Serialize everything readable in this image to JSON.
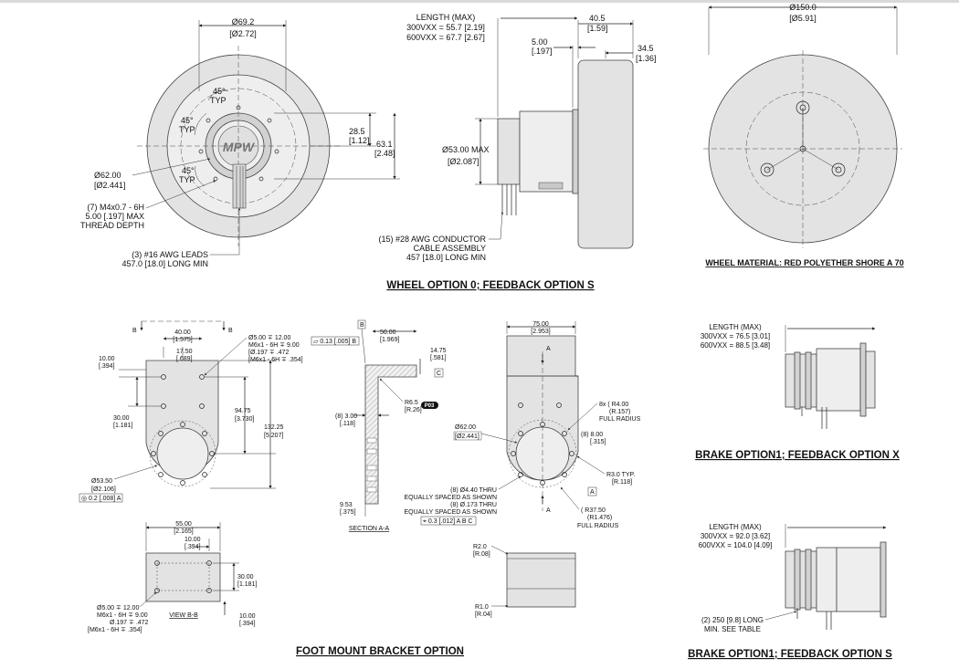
{
  "sections": {
    "wheel_option": "WHEEL OPTION 0; FEEDBACK OPTION S",
    "wheel_material": "WHEEL MATERIAL: RED POLYETHER SHORE A 70",
    "foot_mount": "FOOT MOUNT BRACKET OPTION",
    "brake_x": "BRAKE OPTION1; FEEDBACK OPTION X",
    "brake_s": "BRAKE OPTION1; FEEDBACK OPTION S"
  },
  "front": {
    "d692": "Ø69.2",
    "d272": "[Ø2.72]",
    "a45_1": "45°",
    "typ_1": "TYP",
    "a45_2": "45°",
    "typ_2": "TYP",
    "a45_3": "45°",
    "typ_3": "TYP",
    "d62": "Ø62.00",
    "d2441": "[Ø2.441]",
    "m4_1": "(7) M4x0.7 - 6H",
    "m4_2": "5.00 [.197] MAX",
    "m4_3": "THREAD DEPTH",
    "awg16_1": "(3) #16 AWG LEADS",
    "awg16_2": "457.0 [18.0] LONG MIN",
    "h285": "28.5",
    "h112": "[1.12]",
    "h631": "63.1",
    "h248": "[2.48]",
    "logo": "MPW"
  },
  "side": {
    "len1": "LENGTH (MAX)",
    "len2": "300VXX = 55.7 [2.19]",
    "len3": "600VXX = 67.7 [2.67]",
    "d405": "40.5",
    "d159": "[1.59]",
    "d500": "5.00",
    "d197": "[.197]",
    "d345": "34.5",
    "d136": "[1.36]",
    "d53": "Ø53.00 MAX",
    "d2087": "[Ø2.087]",
    "cab1": "(15) #28 AWG CONDUCTOR",
    "cab2": "CABLE ASSEMBLY",
    "cab3": "457 [18.0] LONG MIN"
  },
  "wheel": {
    "d150": "Ø150.0",
    "d591": "[Ø5.91]"
  },
  "bracket_front": {
    "b_left": "B",
    "b_right": "B",
    "d4000": "40.00",
    "d1575": "[1.575]",
    "d1750": "17.50",
    "d689": "[.689]",
    "d1000": "10.00",
    "d394": "[.394]",
    "d3000": "30.00",
    "d1181": "[1.181]",
    "d9475": "94.75",
    "d3730": "[3.730]",
    "d13225": "132.25",
    "d5207": "[5.207]",
    "h1": "Ø5.00 ∓ 12.00",
    "h2": "M6x1 - 6H ∓ 9.00",
    "h3": "[Ø.197 ∓ .472",
    "h4": "[M6x1 - 6H ∓ .354]",
    "d5350": "Ø53.50",
    "d2106": "[Ø2.106]",
    "tol": "◎ 0.2 [.008] A"
  },
  "section": {
    "b_label": "B",
    "flat": "⏥ 0.13 [.005] B",
    "d5000": "50.00",
    "d1969": "[1.969]",
    "d1475": "14.75",
    "d581": "[.581]",
    "c_label": "C",
    "r65": "R6.5",
    "r26": "[R.26]",
    "p03": "P03",
    "t300": "(8) 3.00",
    "t118": "[.118]",
    "d953": "9.53",
    "d375": "[.375]",
    "title": "SECTION A-A"
  },
  "bracket_side": {
    "d7500": "75.00",
    "d2953": "[2.953]",
    "a_top": "A",
    "r400_1": "8x ( R4.00",
    "r400_2": "(R.157)",
    "r400_3": "FULL RADIUS",
    "d62": "Ø62.00",
    "d2441": "[Ø2.441]",
    "d800": "(8) 8.00",
    "d315": "[.315]",
    "r30": "R3.0  TYP.",
    "r118": "[R.118]",
    "th1": "(8) Ø4.40 THRU",
    "th2": "EQUALLY SPACED AS SHOWN",
    "th3": "(8) Ø.173 THRU",
    "th4": "EQUALLY SPACED AS SHOWN",
    "tol2": "⌖ 0.3 [.012] A B C",
    "a_bottom": "A",
    "a_box": "A",
    "r3750_1": "( R37.50",
    "r3750_2": "(R1.476)",
    "r3750_3": "FULL RADIUS"
  },
  "view_bb": {
    "d5500": "55.00",
    "d2165": "[2.165]",
    "d1000": "10.00",
    "d394": "[.394]",
    "d3000": "30.00",
    "d1181": "[1.181]",
    "d1000b": "10.00",
    "d394b": "[.394]",
    "h1": "Ø5.00 ∓ 12.00",
    "h2": "M6x1 - 6H ∓ 9.00",
    "h3": "Ø.197 ∓ .472",
    "h4": "[M6x1 - 6H ∓ .354]",
    "title": "VIEW B-B"
  },
  "bracket_bottom": {
    "r20": "R2.0",
    "r08": "[R.08]",
    "r10": "R1.0",
    "r04": "[R.04]"
  },
  "brake_x": {
    "l1": "LENGTH (MAX)",
    "l2": "300VXX = 76.5 [3.01]",
    "l3": "600VXX = 88.5 [3.48]"
  },
  "brake_s": {
    "l1": "LENGTH (MAX)",
    "l2": "300VXX = 92.0 [3.62]",
    "l3": "600VXX = 104.0 [4.09]",
    "lead1": "(2) 250 [9.8] LONG",
    "lead2": "MIN. SEE TABLE"
  }
}
